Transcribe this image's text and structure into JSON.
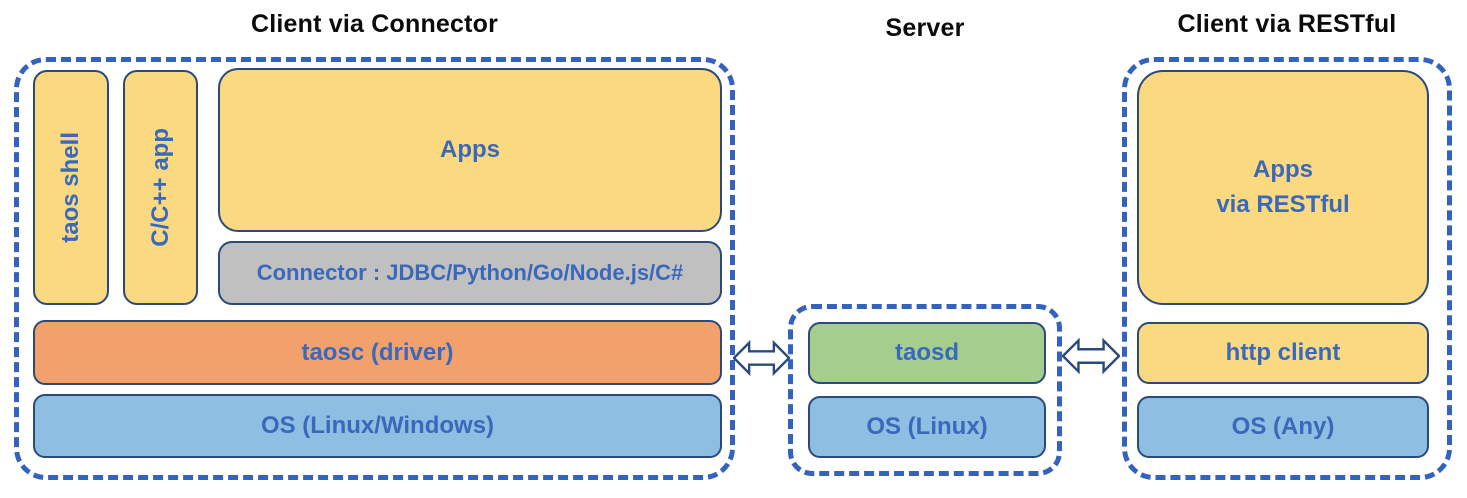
{
  "colors": {
    "yellow": "#FBD980",
    "gray": "#C0C0C0",
    "orange": "#F3A16C",
    "blue": "#8FBEE3",
    "green": "#A5CE8E",
    "dashed": "#3463BE",
    "border": "#2A4A7B",
    "text": "#3A68BB",
    "title": "#0B0B0B"
  },
  "sections": {
    "client_connector": {
      "title": "Client via Connector",
      "taos_shell": "taos shell",
      "cpp_app": "C/C++ app",
      "apps": "Apps",
      "connector": "Connector : JDBC/Python/Go/Node.js/C#",
      "taosc": "taosc (driver)",
      "os": "OS (Linux/Windows)"
    },
    "server": {
      "title": "Server",
      "taosd": "taosd",
      "os": "OS (Linux)"
    },
    "client_restful": {
      "title": "Client via RESTful",
      "apps_line1": "Apps",
      "apps_line2": "via RESTful",
      "http_client": "http client",
      "os": "OS (Any)"
    }
  },
  "icons": {
    "left_arrow": "bidirectional-arrow",
    "right_arrow": "bidirectional-arrow"
  }
}
